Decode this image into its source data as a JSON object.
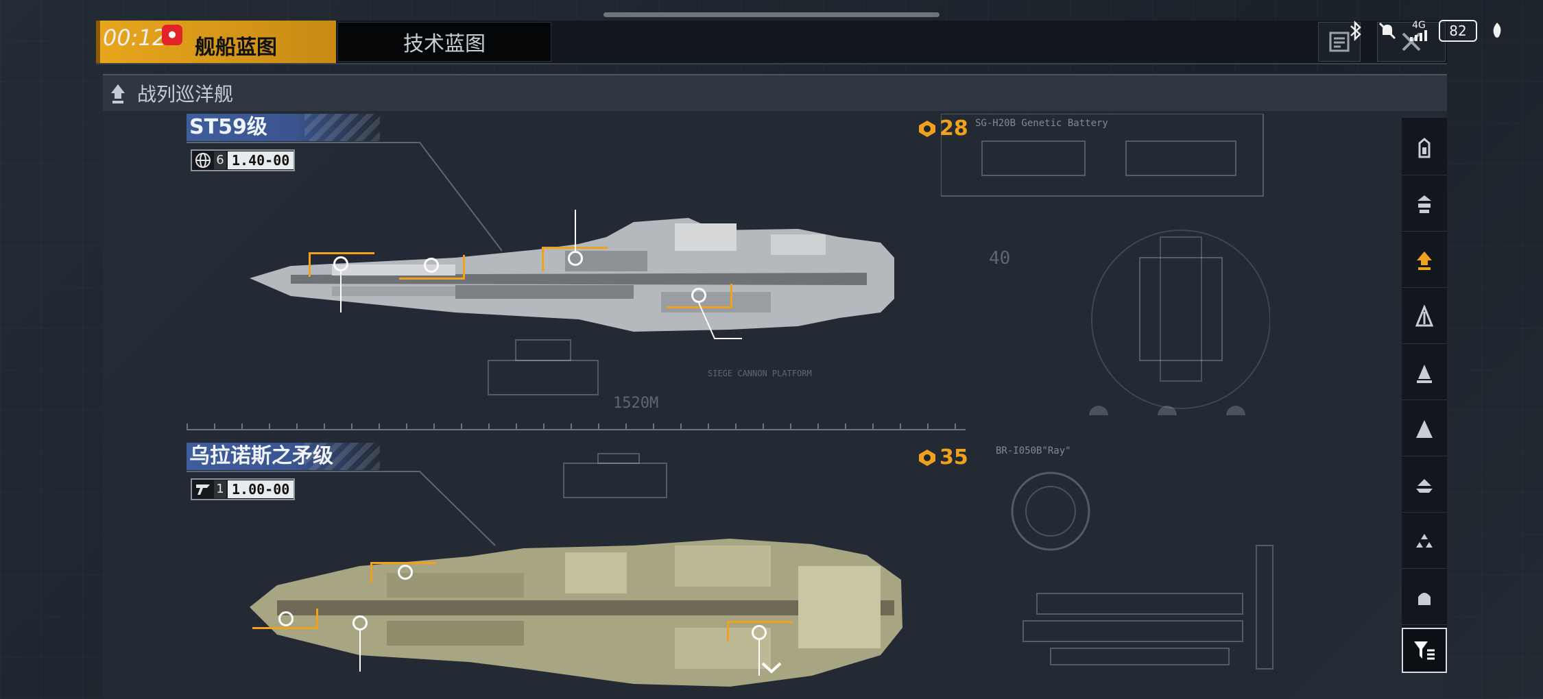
{
  "status_bar": {
    "time": "00:12",
    "network": "4G",
    "battery": "82"
  },
  "tabs": {
    "ship_blueprint": "舰船蓝图",
    "tech_blueprint": "技术蓝图"
  },
  "section": {
    "title": "战列巡洋舰"
  },
  "ships": [
    {
      "name": "ST59级",
      "tier": "6",
      "value": "1.40-00",
      "cost": "28",
      "weapon_label": "SG-H20B Genetic Battery",
      "readout_1": "1520M",
      "readout_2": "40"
    },
    {
      "name": "乌拉诺斯之矛级",
      "tier": "1",
      "value": "1.00-00",
      "cost": "35",
      "weapon_label": "BR-I050B\"Ray\""
    }
  ],
  "colors": {
    "accent": "#f0a21d",
    "name_tag": "#3f5d9c",
    "background": "#1f262f"
  },
  "icons": {
    "rail": [
      "frigate-icon",
      "destroyer-icon",
      "battlecruiser-icon",
      "cruiser-icon",
      "carrier-icon",
      "battleship-icon",
      "auxiliary-icon",
      "fighter-icon",
      "corvette-icon"
    ],
    "filter": "filter-icon"
  }
}
